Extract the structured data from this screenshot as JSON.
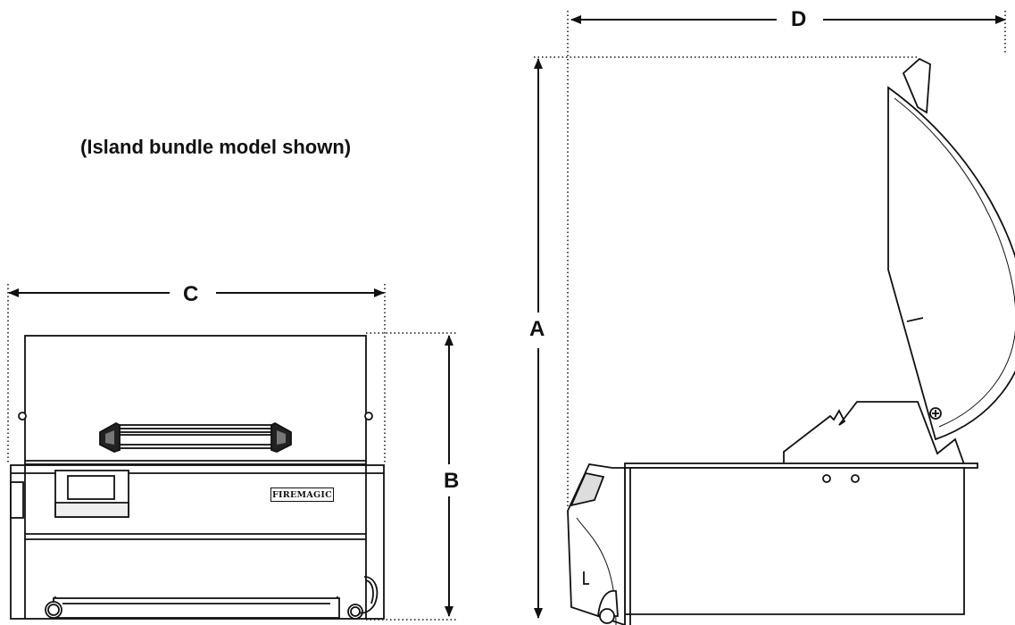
{
  "caption": "(Island bundle model shown)",
  "dimensions": {
    "a": "A",
    "b": "B",
    "c": "C",
    "d": "D"
  },
  "logo_text": "FIREMAGIC",
  "colors": {
    "line": "#111111",
    "background": "#ffffff"
  }
}
